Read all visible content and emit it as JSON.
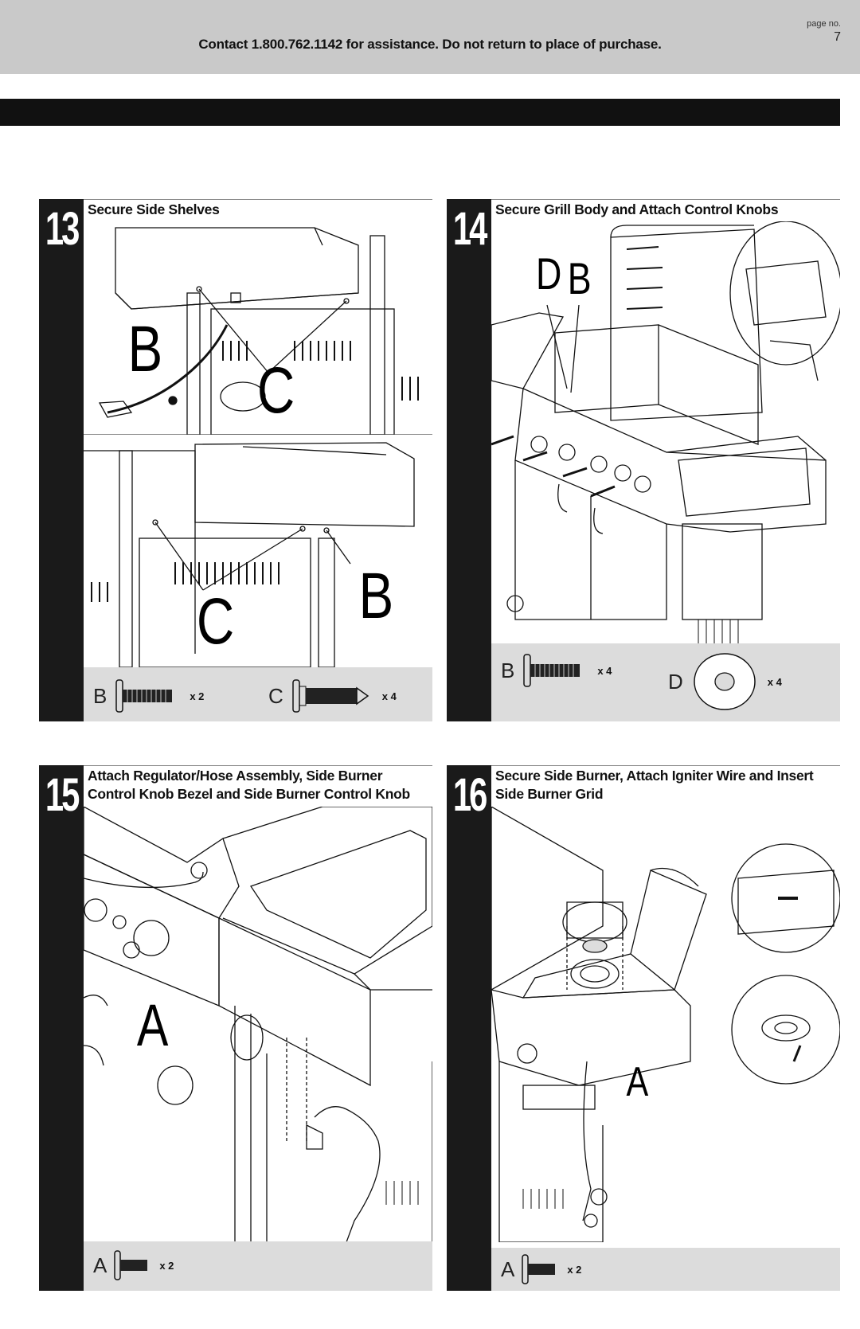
{
  "header": {
    "contact": "Contact 1.800.762.1142 for assistance. Do not return to place of purchase.",
    "page_label": "page no.",
    "page_number": "7"
  },
  "steps": [
    {
      "number": "13",
      "title": "Secure Side Shelves",
      "callouts": [
        "B",
        "C",
        "C",
        "B"
      ],
      "parts": [
        {
          "letter": "B",
          "qty": "x 2"
        },
        {
          "letter": "C",
          "qty": "x 4"
        }
      ]
    },
    {
      "number": "14",
      "title": "Secure Grill Body and Attach Control Knobs",
      "callouts": [
        "D",
        "B"
      ],
      "parts": [
        {
          "letter": "B",
          "qty": "x 4"
        },
        {
          "letter": "D",
          "qty": "x 4"
        }
      ]
    },
    {
      "number": "15",
      "title": "Attach Regulator/Hose Assembly, Side Burner Control Knob Bezel and Side Burner Control Knob",
      "callouts": [
        "A"
      ],
      "parts": [
        {
          "letter": "A",
          "qty": "x 2"
        }
      ]
    },
    {
      "number": "16",
      "title": "Secure Side Burner, Attach Igniter Wire and Insert Side Burner Grid",
      "callouts": [
        "A"
      ],
      "parts": [
        {
          "letter": "A",
          "qty": "x 2"
        }
      ]
    }
  ]
}
